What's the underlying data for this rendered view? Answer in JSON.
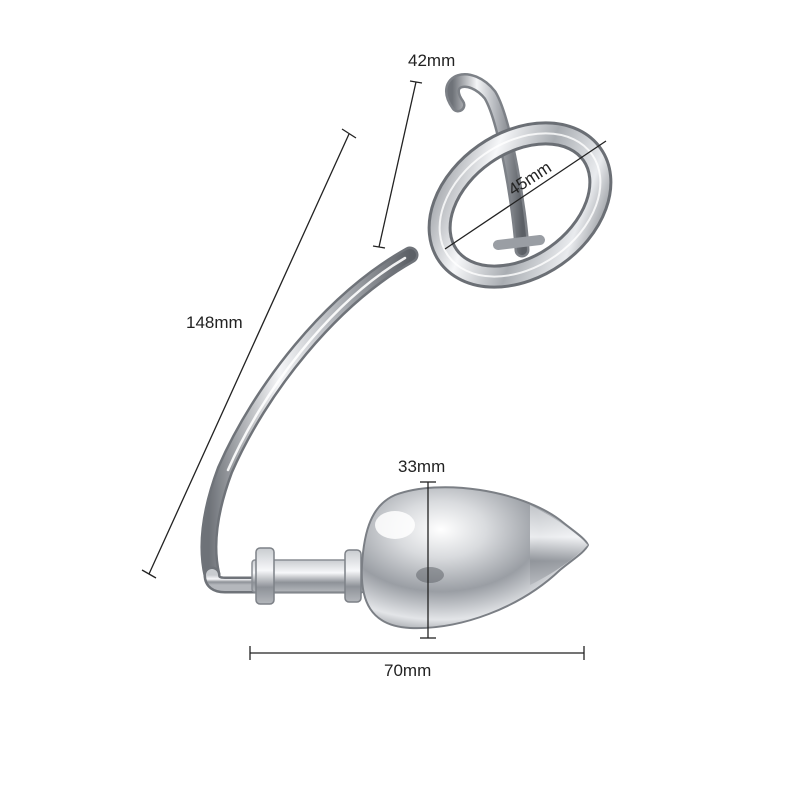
{
  "dimensions": {
    "ring_depth": "42mm",
    "ring_diameter": "45mm",
    "total_length": "148mm",
    "plug_diameter": "33mm",
    "plug_length": "70mm"
  },
  "colors": {
    "background": "#ffffff",
    "dimension_line": "#222222",
    "metal_dark": "#6e7278",
    "metal_mid": "#b9bcc1",
    "metal_light": "#f4f5f7"
  }
}
